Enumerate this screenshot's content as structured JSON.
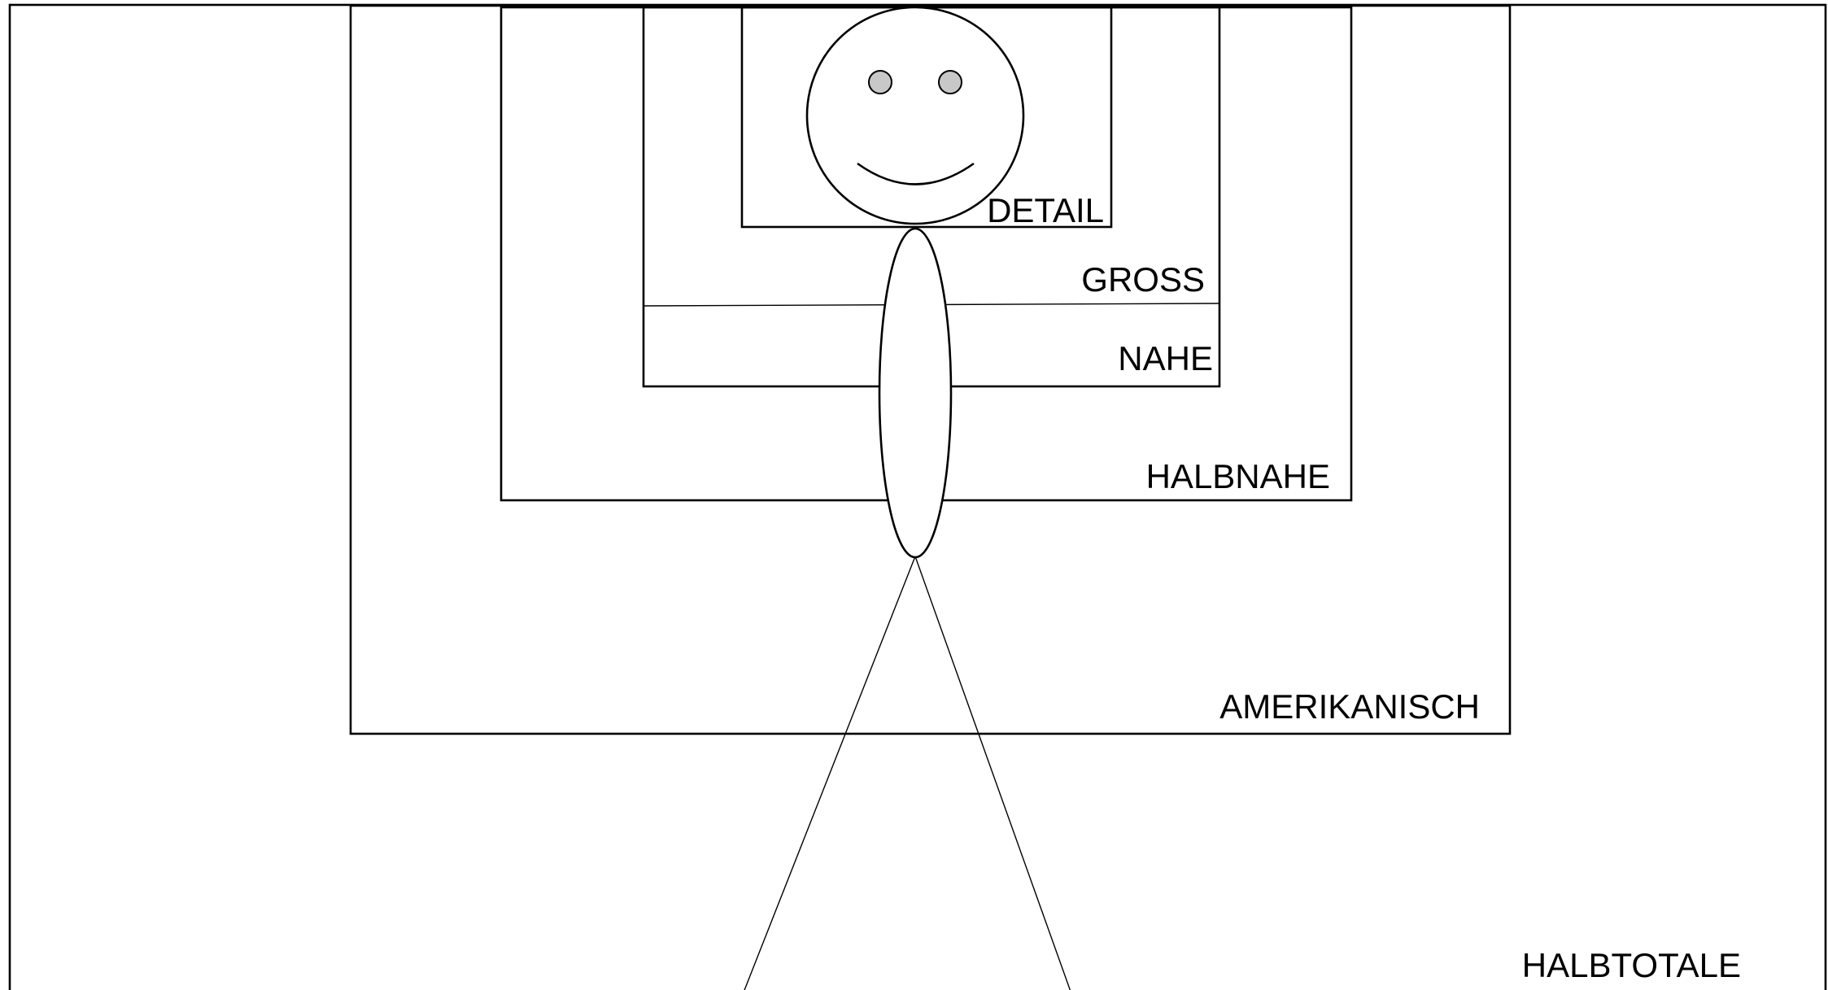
{
  "shot_sizes": {
    "detail": "DETAIL",
    "gross": "GROSS",
    "nahe": "NAHE",
    "halbnahe": "HALBNAHE",
    "amerikanisch": "AMERIKANISCH",
    "halbtotale": "HALBTOTALE"
  },
  "colors": {
    "line": "#000000",
    "background": "#ffffff",
    "eye_fill": "#c8c8c8"
  }
}
